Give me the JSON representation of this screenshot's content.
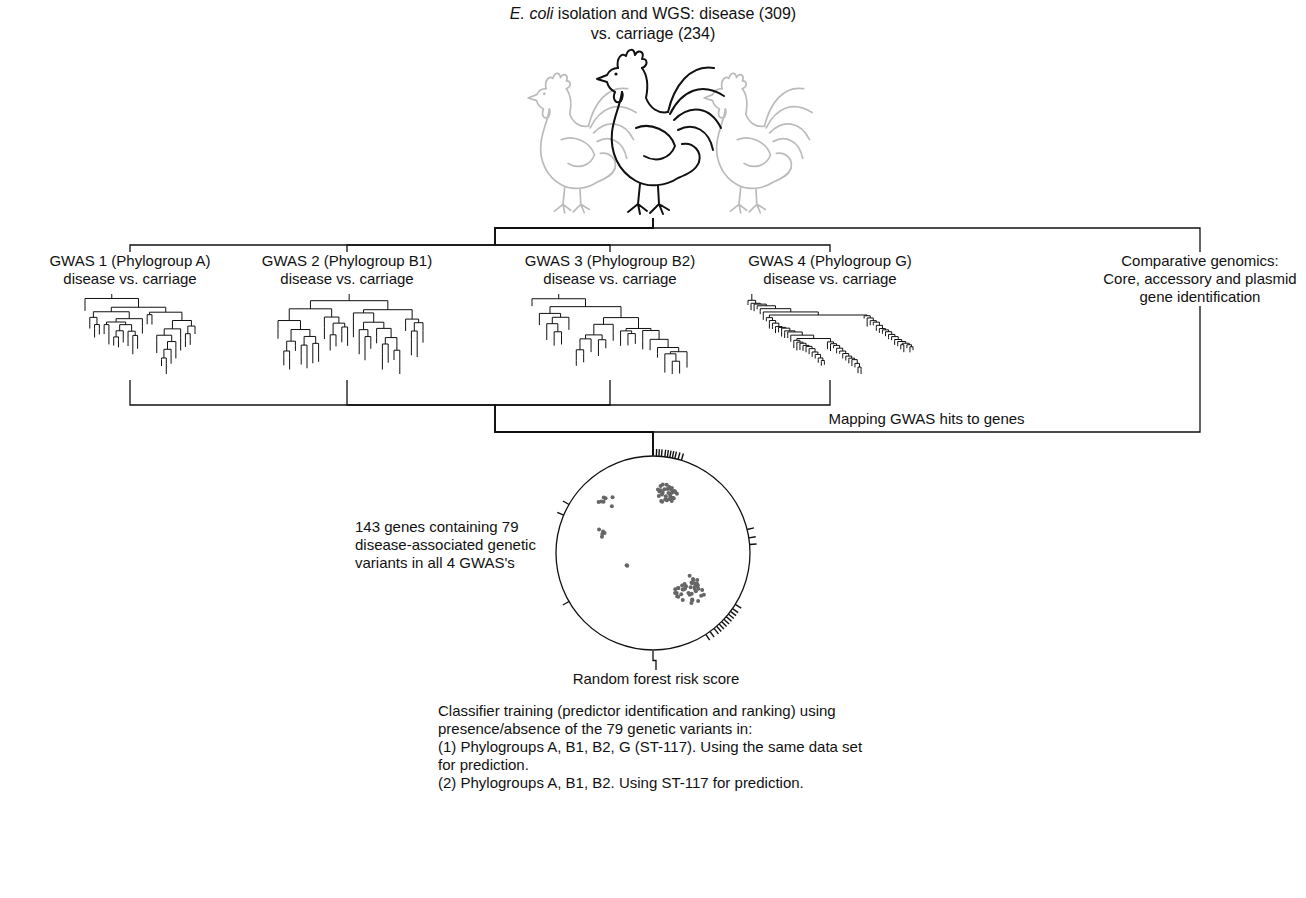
{
  "diagram": {
    "nodes": [
      {
        "text": [
          "E. coli isolation and WGS: disease (309) vs. carriage (234)"
        ]
      },
      {
        "text": [
          "GWAS 1 (Phylogroup A) disease vs. carriage"
        ]
      },
      {
        "text": [
          "GWAS 2 (Phylogroup B1) disease vs. carriage"
        ]
      },
      {
        "text": [
          "GWAS 3 (Phylogroup B2) disease vs. carriage"
        ]
      },
      {
        "text": [
          "GWAS 4 (Phylogroup G) disease vs. carriage"
        ]
      },
      {
        "text": [
          "Comparative genomics: Core, accessory and plasmid gene identification"
        ]
      },
      {
        "text": [
          "143 genes containing 79 disease-associated genetic variants in all 4 GWAS's"
        ]
      },
      {
        "text": [
          "Random forest risk score",
          "Classifier training (predictor identification and ranking) using presence/absence of the 79 genetic variants in:",
          "(1) Phylogroups A, B1, B2, G (ST-117). Using the same data set for prediction.",
          "(2) Phylogroups A, B1, B2. Using ST-117 for prediction."
        ]
      }
    ],
    "edges": [
      {
        "from": 0,
        "to": 1,
        "arrow": "none"
      },
      {
        "from": 0,
        "to": 2,
        "arrow": "none"
      },
      {
        "from": 0,
        "to": 3,
        "arrow": "none"
      },
      {
        "from": 0,
        "to": 4,
        "arrow": "none"
      },
      {
        "from": 0,
        "to": 5,
        "arrow": "none"
      },
      {
        "from": 1,
        "to": 6,
        "arrow": "none"
      },
      {
        "from": 2,
        "to": 6,
        "arrow": "none"
      },
      {
        "from": 3,
        "to": 6,
        "arrow": "none"
      },
      {
        "from": 4,
        "to": 6,
        "arrow": "none"
      },
      {
        "from": 5,
        "to": 6,
        "label": "Mapping GWAS hits to genes",
        "arrow": "none"
      },
      {
        "from": 6,
        "to": 7,
        "arrow": "none"
      }
    ]
  }
}
